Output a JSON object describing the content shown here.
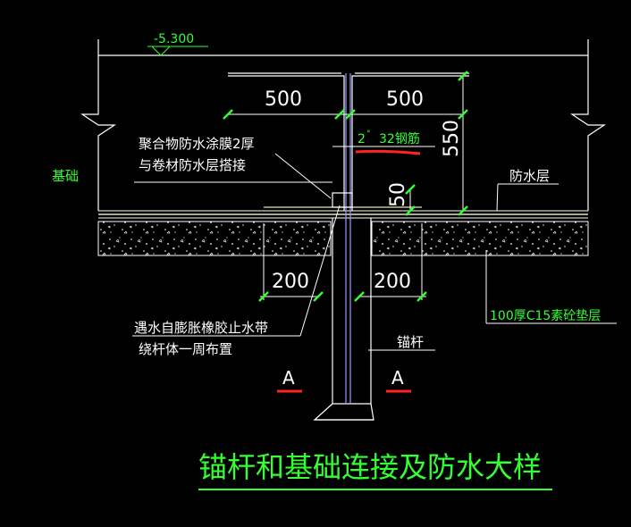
{
  "elevation": {
    "value": "-5.300"
  },
  "dimensions": {
    "top_left": "500",
    "top_right": "500",
    "height_550": "550",
    "height_50": "50",
    "bottom_left": "200",
    "bottom_right": "200"
  },
  "labels": {
    "membrane_line1": "聚合物防水涂膜2厚",
    "membrane_line2": "与卷材防水层搭接",
    "foundation": "基础",
    "waterproof_layer": "防水层",
    "rebar_qty": "2",
    "rebar_degree": "°",
    "rebar_spec": "32钢筋",
    "waterstop_line1": "遇水自膨胀橡胶止水带",
    "waterstop_line2": "绕杆体一周布置",
    "anchor": "锚杆",
    "cushion": "100厚C15素砼垫层",
    "section_left": "A",
    "section_right": "A",
    "title": "锚杆和基础连接及防水大样"
  },
  "colors": {
    "background": "#000000",
    "outline": "#ffffff",
    "dimension": "#33ff33",
    "anchor_rod": "#9a9aff",
    "rebar": "#ffffff",
    "highlight": "#ff2222",
    "waterproof": "#e8e8a0"
  }
}
